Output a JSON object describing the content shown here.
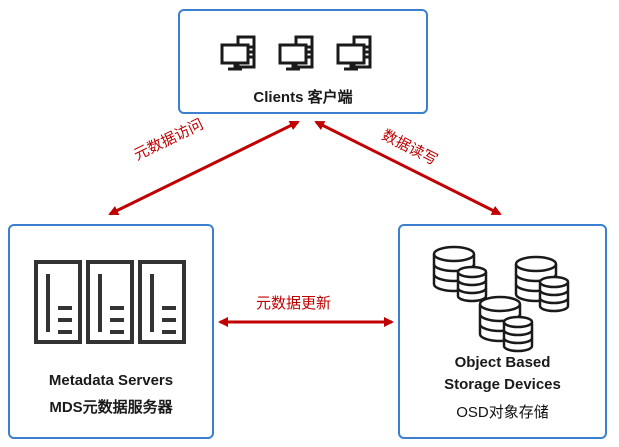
{
  "diagram": {
    "colors": {
      "box_border": "#3a7fd0",
      "arrow": "#c00000",
      "icon": "#1a1a1a",
      "server_icon": "#333333"
    },
    "nodes": {
      "clients": {
        "title": "Clients 客户端",
        "icon": "desktop-computer-icon",
        "icon_count": 3
      },
      "mds": {
        "title_line1": "Metadata Servers",
        "title_line2": "MDS元数据服务器",
        "icon": "server-rack-icon",
        "icon_count": 3
      },
      "osd": {
        "title_line1": "Object Based",
        "title_line2": "Storage Devices",
        "subtitle": "OSD对象存储",
        "icon": "database-icon",
        "icon_count": 3
      }
    },
    "edges": [
      {
        "from": "clients",
        "to": "mds",
        "label": "元数据访问",
        "direction": "bidirectional"
      },
      {
        "from": "clients",
        "to": "osd",
        "label": "数据读写",
        "direction": "bidirectional"
      },
      {
        "from": "mds",
        "to": "osd",
        "label": "元数据更新",
        "direction": "bidirectional"
      }
    ]
  }
}
